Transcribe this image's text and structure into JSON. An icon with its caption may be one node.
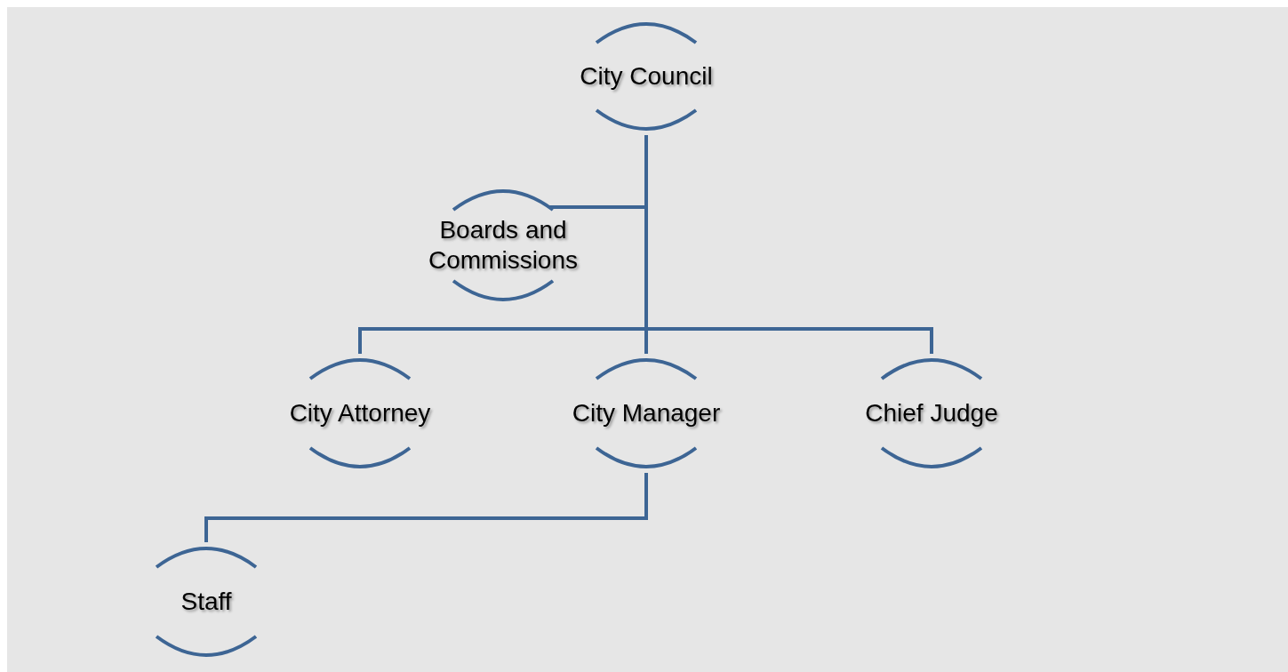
{
  "diagram": {
    "nodes": [
      {
        "text": [
          "City Council"
        ]
      },
      {
        "text": [
          "Boards and Commissions"
        ]
      },
      {
        "text": [
          "City Attorney"
        ]
      },
      {
        "text": [
          "City Manager"
        ]
      },
      {
        "text": [
          "Chief Judge"
        ]
      },
      {
        "text": [
          "Staff"
        ]
      }
    ],
    "edges": [
      {
        "from": 0,
        "to": 1,
        "arrow": "none"
      },
      {
        "from": 0,
        "to": 2,
        "arrow": "none"
      },
      {
        "from": 0,
        "to": 3,
        "arrow": "none"
      },
      {
        "from": 0,
        "to": 4,
        "arrow": "none"
      },
      {
        "from": 3,
        "to": 5,
        "arrow": "none"
      }
    ]
  }
}
